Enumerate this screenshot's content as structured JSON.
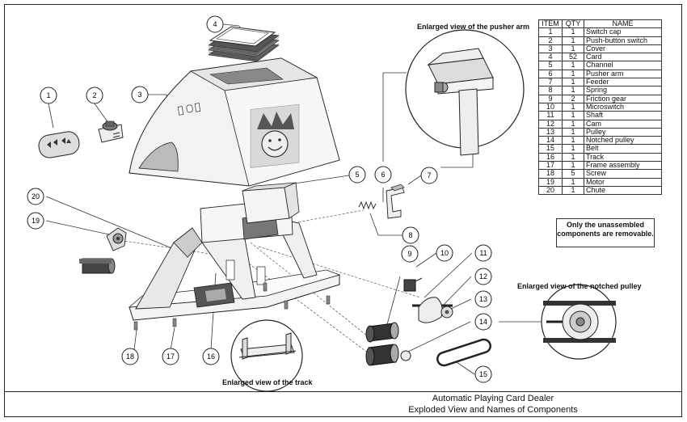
{
  "views": {
    "pusher_arm": "Enlarged view of the pusher arm",
    "notched_pulley": "Enlarged view of the notched pulley",
    "track": "Enlarged view of the track"
  },
  "bom": {
    "headers": [
      "ITEM",
      "QTY",
      "NAME"
    ],
    "rows": [
      [
        "1",
        "1",
        "Switch cap"
      ],
      [
        "2",
        "1",
        "Push-button switch"
      ],
      [
        "3",
        "1",
        "Cover"
      ],
      [
        "4",
        "52",
        "Card"
      ],
      [
        "5",
        "1",
        "Channel"
      ],
      [
        "6",
        "1",
        "Pusher arm"
      ],
      [
        "7",
        "1",
        "Feeder"
      ],
      [
        "8",
        "1",
        "Spring"
      ],
      [
        "9",
        "2",
        "Friction gear"
      ],
      [
        "10",
        "1",
        "Microswitch"
      ],
      [
        "11",
        "1",
        "Shaft"
      ],
      [
        "12",
        "1",
        "Cam"
      ],
      [
        "13",
        "1",
        "Pulley"
      ],
      [
        "14",
        "1",
        "Notched pulley"
      ],
      [
        "15",
        "1",
        "Belt"
      ],
      [
        "16",
        "1",
        "Track"
      ],
      [
        "17",
        "1",
        "Frame assembly"
      ],
      [
        "18",
        "5",
        "Screw"
      ],
      [
        "19",
        "1",
        "Motor"
      ],
      [
        "20",
        "1",
        "Chute"
      ]
    ]
  },
  "note": "Only the unassembled components are removable.",
  "title": {
    "line1": "Automatic Playing Card Dealer",
    "line2": "Exploded View and Names of Components"
  },
  "balloons": {
    "b1": "1",
    "b2": "2",
    "b3": "3",
    "b4": "4",
    "b5": "5",
    "b6": "6",
    "b7": "7",
    "b8": "8",
    "b9": "9",
    "b10": "10",
    "b11": "11",
    "b12": "12",
    "b13": "13",
    "b14": "14",
    "b15": "15",
    "b16": "16",
    "b17": "17",
    "b18": "18",
    "b19": "19",
    "b20": "20"
  }
}
